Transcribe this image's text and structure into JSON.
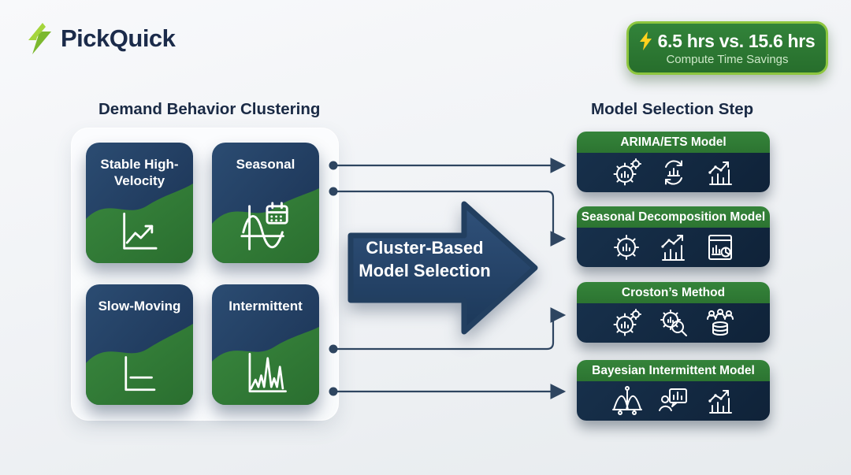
{
  "brand": {
    "name": "PickQuick",
    "logo_icon": "lightning-bolt-icon"
  },
  "badge": {
    "icon": "lightning-bolt-icon",
    "stat": "6.5 hrs vs. 15.6 hrs",
    "caption": "Compute Time Savings"
  },
  "left_panel": {
    "title": "Demand Behavior Clustering",
    "cards": [
      {
        "label": "Stable High-Velocity",
        "icon": "trend-up-chart-icon"
      },
      {
        "label": "Seasonal",
        "icon": "sine-wave-calendar-icon"
      },
      {
        "label": "Slow-Moving",
        "icon": "flat-line-chart-icon"
      },
      {
        "label": "Intermittent",
        "icon": "spiky-demand-chart-icon"
      }
    ]
  },
  "center_arrow": {
    "line1": "Cluster-Based",
    "line2": "Model Selection"
  },
  "right_panel": {
    "title": "Model Selection Step",
    "cards": [
      {
        "label": "ARIMA/ETS Model",
        "icons": [
          "gear-analytics-icon",
          "cycle-chart-icon",
          "growth-bars-icon"
        ]
      },
      {
        "label": "Seasonal Decomposition Model",
        "icons": [
          "gear-analytics-icon",
          "trend-bars-icon",
          "report-pie-icon"
        ]
      },
      {
        "label": "Croston’s Method",
        "icons": [
          "gear-analytics-icon",
          "gear-magnifier-icon",
          "team-database-icon"
        ]
      },
      {
        "label": "Bayesian Intermittent Model",
        "icons": [
          "distribution-network-icon",
          "analyst-presentation-icon",
          "growth-bars-icon"
        ]
      }
    ]
  },
  "connections": [
    {
      "from": "demand-cluster-row-1",
      "to": "ARIMA/ETS Model"
    },
    {
      "from": "demand-cluster-row-1",
      "to": "Seasonal Decomposition Model"
    },
    {
      "from": "demand-cluster-row-2",
      "to": "Croston’s Method"
    },
    {
      "from": "demand-cluster-row-2",
      "to": "Bayesian Intermittent Model"
    }
  ],
  "colors": {
    "navy": "#1b3355",
    "dark_navy_body": "#0f2238",
    "green": "#2f7d35",
    "header_green": "#2f7d33",
    "lime_accent": "#8dc63f",
    "bolt_yellow": "#ffd21e",
    "connector": "#2e4560",
    "background": "#f1f3f6",
    "heading_text": "#1a2a45"
  }
}
